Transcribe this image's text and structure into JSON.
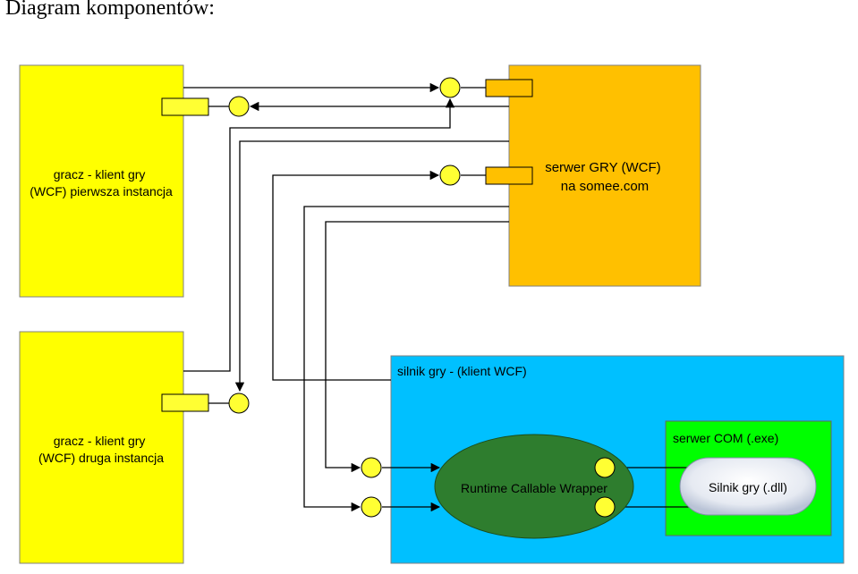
{
  "page": {
    "title": "Diagram komponentów:"
  },
  "components": {
    "client1": {
      "line1": "gracz - klient gry",
      "line2": "(WCF) pierwsza instancja"
    },
    "client2": {
      "line1": "gracz - klient gry",
      "line2": "(WCF) druga instancja"
    },
    "game_server": {
      "line1": "serwer GRY (WCF)",
      "line2": "na somee.com"
    },
    "engine": {
      "title": "silnik gry - (klient WCF)"
    },
    "com_server": {
      "title": "serwer COM (.exe)"
    },
    "rcw": {
      "label": "Runtime Callable Wrapper"
    },
    "dll": {
      "label": "Silnik gry (.dll)"
    }
  },
  "colors": {
    "client_fill": "#ffff00",
    "server_fill": "#ffc000",
    "engine_fill": "#00c0ff",
    "com_fill": "#00ff00",
    "rcw_fill": "#2e7d2e",
    "interface_fill": "#ffff33",
    "line": "#000000"
  }
}
